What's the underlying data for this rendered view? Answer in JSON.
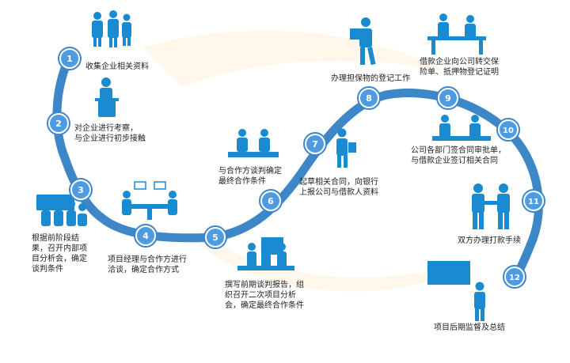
{
  "colors": {
    "path": "#3d87c9",
    "node": "#4e9be0",
    "node_ring": "#ffffff",
    "icon": "#1a8ad1",
    "text": "#222222"
  },
  "steps": [
    {
      "num": "1",
      "label": "收集企业相关资料",
      "icon": "group-of-people-icon"
    },
    {
      "num": "2",
      "label": "对企业进行考察，\n与企业进行初步接触",
      "icon": "person-at-podium-icon"
    },
    {
      "num": "3",
      "label": "根据前阶段结\n果，召开内部项\n目分析会，确定\n谈判条件",
      "icon": "meeting-presentation-icon"
    },
    {
      "num": "4",
      "label": "项目经理与合作方进行\n洽谈，确定合作方式",
      "icon": "negotiation-table-icon"
    },
    {
      "num": "5",
      "label": "撰写前期谈判报告，组\n织召开二次项目分析\n会，确定最终合作条件",
      "icon": "meeting-at-desk-icon"
    },
    {
      "num": "6",
      "label": "与合作方谈判确定\n最终合作条件",
      "icon": "negotiating-people-icon"
    },
    {
      "num": "7",
      "label": "起草相关合同，向银行\n上报公司与借款人资料",
      "icon": "person-with-document-icon"
    },
    {
      "num": "8",
      "label": "办理担保物的登记工作",
      "icon": "person-carrying-box-icon"
    },
    {
      "num": "9",
      "label": "借款企业向公司转交保\n险单、抵押物登记证明",
      "icon": "desk-handover-icon"
    },
    {
      "num": "10",
      "label": "公司各部门签合同审批单，\n与借款企业签订相关合同",
      "icon": "signing-contract-icon"
    },
    {
      "num": "11",
      "label": "双方办理打款手续",
      "icon": "handshake-icon"
    },
    {
      "num": "12",
      "label": "项目后期监督及总结",
      "icon": "presenter-with-screen-icon"
    }
  ]
}
